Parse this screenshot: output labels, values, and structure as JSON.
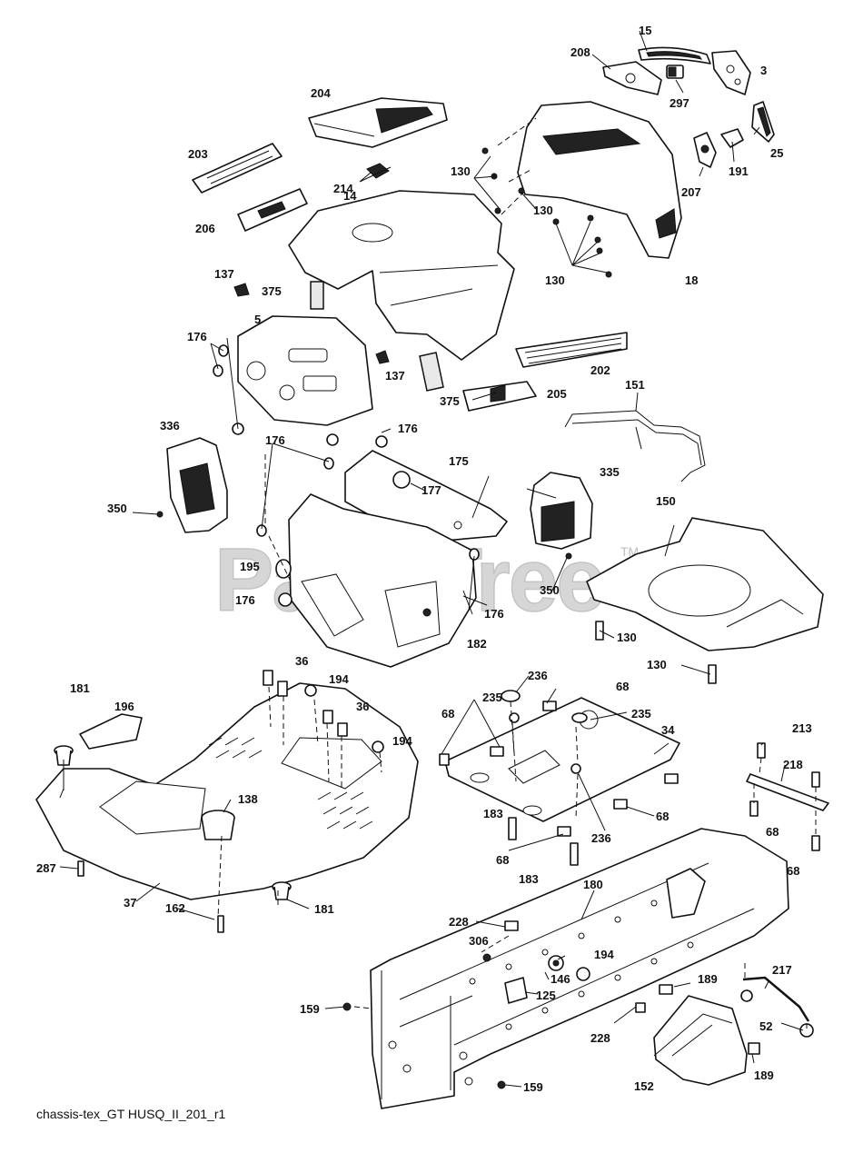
{
  "diagram": {
    "watermark": "PartsTree",
    "watermark_tm": "TM",
    "caption": "chassis-tex_GT HUSQ_II_201_r1",
    "parts": [
      {
        "id": "p15",
        "label": "15"
      },
      {
        "id": "p208",
        "label": "208"
      },
      {
        "id": "p3",
        "label": "3"
      },
      {
        "id": "p297",
        "label": "297"
      },
      {
        "id": "p204",
        "label": "204"
      },
      {
        "id": "p25",
        "label": "25"
      },
      {
        "id": "p191",
        "label": "191"
      },
      {
        "id": "p207",
        "label": "207"
      },
      {
        "id": "p203",
        "label": "203"
      },
      {
        "id": "p130a",
        "label": "130"
      },
      {
        "id": "p214",
        "label": "214"
      },
      {
        "id": "p14",
        "label": "14"
      },
      {
        "id": "p130b",
        "label": "130"
      },
      {
        "id": "p206",
        "label": "206"
      },
      {
        "id": "p130c",
        "label": "130"
      },
      {
        "id": "p18",
        "label": "18"
      },
      {
        "id": "p137a",
        "label": "137"
      },
      {
        "id": "p375a",
        "label": "375"
      },
      {
        "id": "p5",
        "label": "5"
      },
      {
        "id": "p176a",
        "label": "176"
      },
      {
        "id": "p137b",
        "label": "137"
      },
      {
        "id": "p202",
        "label": "202"
      },
      {
        "id": "p151",
        "label": "151"
      },
      {
        "id": "p375b",
        "label": "375"
      },
      {
        "id": "p205",
        "label": "205"
      },
      {
        "id": "p336",
        "label": "336"
      },
      {
        "id": "p176b",
        "label": "176"
      },
      {
        "id": "p176c",
        "label": "176"
      },
      {
        "id": "p175",
        "label": "175"
      },
      {
        "id": "p335",
        "label": "335"
      },
      {
        "id": "p177",
        "label": "177"
      },
      {
        "id": "p350a",
        "label": "350"
      },
      {
        "id": "p150",
        "label": "150"
      },
      {
        "id": "p195",
        "label": "195"
      },
      {
        "id": "p350b",
        "label": "350"
      },
      {
        "id": "p176d",
        "label": "176"
      },
      {
        "id": "p176e",
        "label": "176"
      },
      {
        "id": "p130d",
        "label": "130"
      },
      {
        "id": "p182",
        "label": "182"
      },
      {
        "id": "p130e",
        "label": "130"
      },
      {
        "id": "p36a",
        "label": "36"
      },
      {
        "id": "p236a",
        "label": "236"
      },
      {
        "id": "p181a",
        "label": "181"
      },
      {
        "id": "p194a",
        "label": "194"
      },
      {
        "id": "p68a",
        "label": "68"
      },
      {
        "id": "p196",
        "label": "196"
      },
      {
        "id": "p36b",
        "label": "36"
      },
      {
        "id": "p235a",
        "label": "235"
      },
      {
        "id": "p68b",
        "label": "68"
      },
      {
        "id": "p235b",
        "label": "235"
      },
      {
        "id": "p34",
        "label": "34"
      },
      {
        "id": "p213",
        "label": "213"
      },
      {
        "id": "p194b",
        "label": "194"
      },
      {
        "id": "p218",
        "label": "218"
      },
      {
        "id": "p138",
        "label": "138"
      },
      {
        "id": "p183a",
        "label": "183"
      },
      {
        "id": "p68c",
        "label": "68"
      },
      {
        "id": "p68d",
        "label": "68"
      },
      {
        "id": "p236b",
        "label": "236"
      },
      {
        "id": "p68e",
        "label": "68"
      },
      {
        "id": "p287",
        "label": "287"
      },
      {
        "id": "p183b",
        "label": "183"
      },
      {
        "id": "p68f",
        "label": "68"
      },
      {
        "id": "p180",
        "label": "180"
      },
      {
        "id": "p37",
        "label": "37"
      },
      {
        "id": "p162",
        "label": "162"
      },
      {
        "id": "p181b",
        "label": "181"
      },
      {
        "id": "p228a",
        "label": "228"
      },
      {
        "id": "p306",
        "label": "306"
      },
      {
        "id": "p194c",
        "label": "194"
      },
      {
        "id": "p146",
        "label": "146"
      },
      {
        "id": "p189a",
        "label": "189"
      },
      {
        "id": "p217",
        "label": "217"
      },
      {
        "id": "p125",
        "label": "125"
      },
      {
        "id": "p159a",
        "label": "159"
      },
      {
        "id": "p228b",
        "label": "228"
      },
      {
        "id": "p52",
        "label": "52"
      },
      {
        "id": "p189b",
        "label": "189"
      },
      {
        "id": "p152",
        "label": "152"
      },
      {
        "id": "p159b",
        "label": "159"
      }
    ]
  }
}
